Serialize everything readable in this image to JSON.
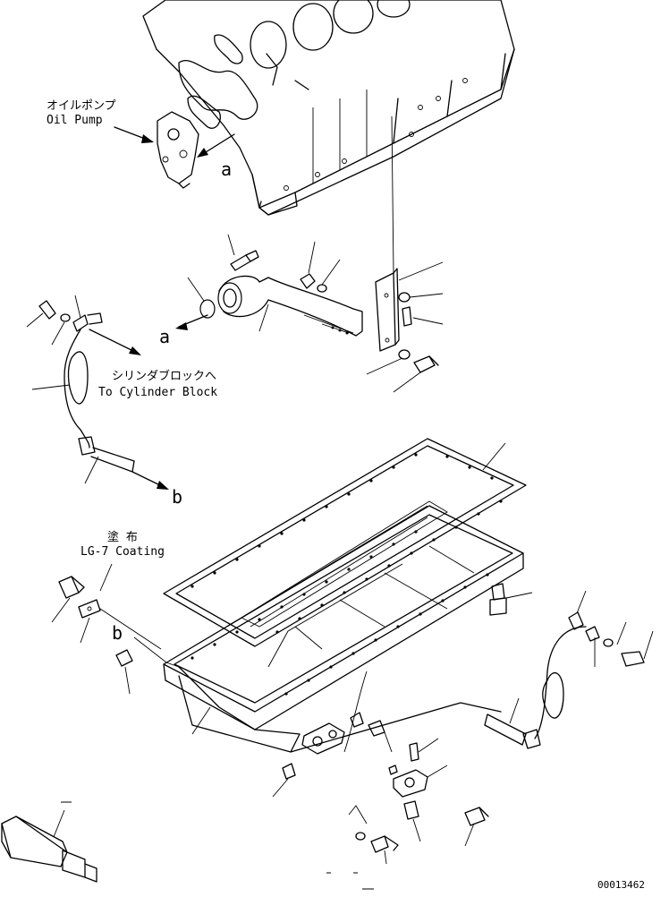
{
  "labels": {
    "oil_pump_jp": "オイルポンプ",
    "oil_pump_en": "Oil Pump",
    "to_cyl_jp": "シリンダブロックへ",
    "to_cyl_en": "To Cylinder Block",
    "coating_jp": "塗 布",
    "coating_en": "LG-7 Coating",
    "ref_a": "a",
    "ref_b": "b",
    "drawing_number": "00013462"
  }
}
